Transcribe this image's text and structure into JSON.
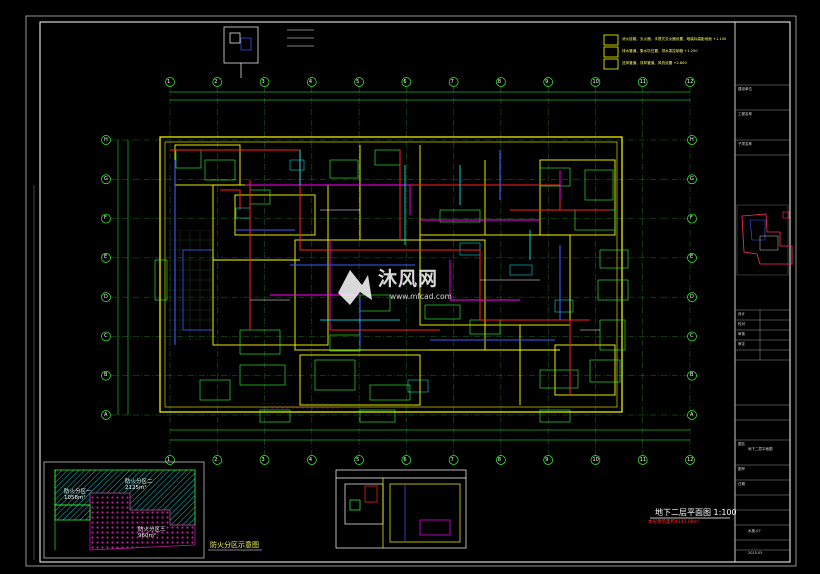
{
  "drawing": {
    "title": "地下二层平面图",
    "scale": "1:100",
    "subtitle": "本层建筑面积4143.08m²",
    "watermark_text": "沐风网",
    "watermark_url": "www.mfcad.com"
  },
  "fire_zone_diagram": {
    "title": "防火分区示意图",
    "zones": [
      {
        "label": "防火分区一",
        "area": "1058m²"
      },
      {
        "label": "防火分区二",
        "area": "2125m²"
      },
      {
        "label": "防火分区三",
        "area": "960m²"
      }
    ]
  },
  "legend_notes": [
    "消火栓箱、灭火器、手提式灭火器设置，暗装标高距地面 +1.100",
    "排水管道、集水坑位置、排水泵控制箱 +1.200",
    "送风管道、排风管道、风机设置 +2.800"
  ],
  "grid_axes": {
    "columns": [
      "1",
      "2",
      "3",
      "4",
      "5",
      "6",
      "7",
      "8",
      "9",
      "10",
      "11",
      "12"
    ],
    "rows": [
      "A",
      "B",
      "C",
      "D",
      "E",
      "F",
      "G",
      "H"
    ]
  },
  "title_block": {
    "rows": [
      "建设单位",
      "工程名称",
      "子项名称",
      "设计",
      "校对",
      "审核",
      "审定",
      "图名",
      "图号",
      "日期"
    ],
    "sheet_name": "地下二层平面图",
    "sheet_number": "水施-07",
    "date": "2015.05"
  },
  "colors": {
    "background": "#000000",
    "grid_axis": "#33ff33",
    "wall": "#ffff00",
    "pipe_red": "#ff2020",
    "pipe_blue": "#3a5bff",
    "pipe_magenta": "#ff00ff",
    "pipe_cyan": "#00ffff",
    "fire_hatch": "#00c8c8",
    "zone_magenta": "#c01aa0"
  }
}
